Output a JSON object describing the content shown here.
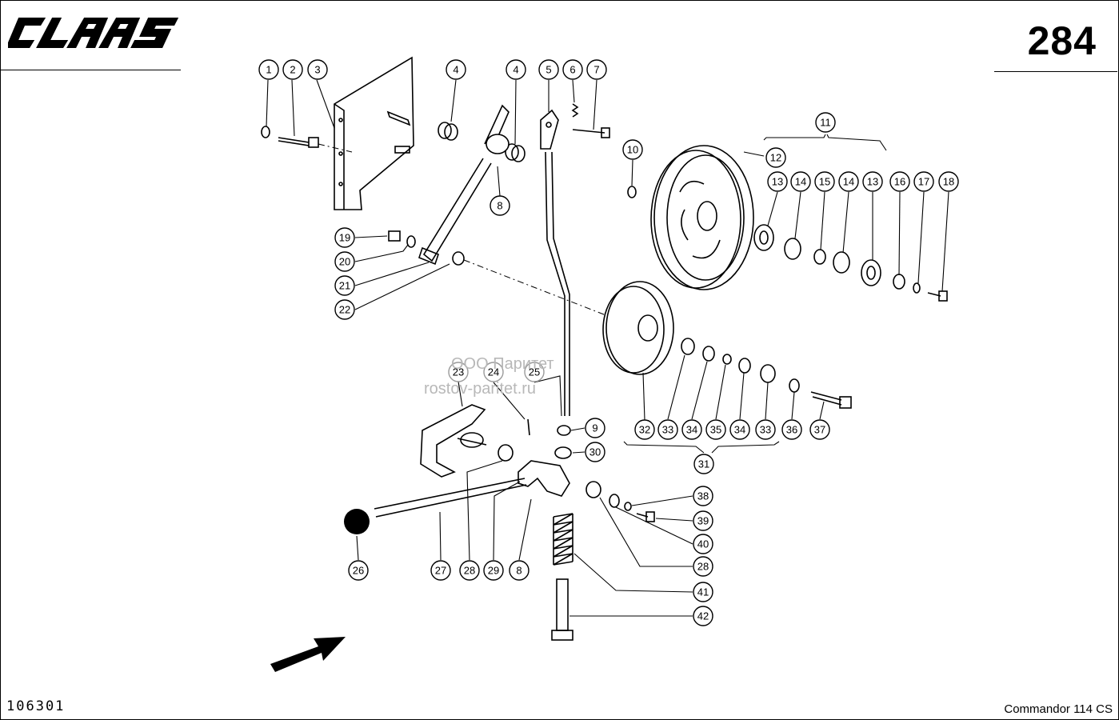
{
  "header": {
    "brand": "CLAAS",
    "page_number": "284"
  },
  "footer": {
    "doc_number": "106301",
    "model": "Commandor 114 CS"
  },
  "watermark": {
    "line1": "ООО Паритет",
    "line2": "rostov-paritet.ru"
  },
  "callouts": [
    {
      "id": "c1",
      "label": "1"
    },
    {
      "id": "c2",
      "label": "2"
    },
    {
      "id": "c3",
      "label": "3"
    },
    {
      "id": "c4a",
      "label": "4"
    },
    {
      "id": "c4b",
      "label": "4"
    },
    {
      "id": "c5",
      "label": "5"
    },
    {
      "id": "c6",
      "label": "6"
    },
    {
      "id": "c7",
      "label": "7"
    },
    {
      "id": "c8a",
      "label": "8"
    },
    {
      "id": "c10",
      "label": "10"
    },
    {
      "id": "c11",
      "label": "11"
    },
    {
      "id": "c12",
      "label": "12"
    },
    {
      "id": "c13a",
      "label": "13"
    },
    {
      "id": "c14a",
      "label": "14"
    },
    {
      "id": "c15",
      "label": "15"
    },
    {
      "id": "c14b",
      "label": "14"
    },
    {
      "id": "c13b",
      "label": "13"
    },
    {
      "id": "c16",
      "label": "16"
    },
    {
      "id": "c17",
      "label": "17"
    },
    {
      "id": "c18",
      "label": "18"
    },
    {
      "id": "c19",
      "label": "19"
    },
    {
      "id": "c20",
      "label": "20"
    },
    {
      "id": "c21",
      "label": "21"
    },
    {
      "id": "c22",
      "label": "22"
    },
    {
      "id": "c23",
      "label": "23"
    },
    {
      "id": "c24",
      "label": "24"
    },
    {
      "id": "c25",
      "label": "25"
    },
    {
      "id": "c9",
      "label": "9"
    },
    {
      "id": "c30",
      "label": "30"
    },
    {
      "id": "c32",
      "label": "32"
    },
    {
      "id": "c33a",
      "label": "33"
    },
    {
      "id": "c34a",
      "label": "34"
    },
    {
      "id": "c35",
      "label": "35"
    },
    {
      "id": "c34b",
      "label": "34"
    },
    {
      "id": "c33b",
      "label": "33"
    },
    {
      "id": "c36",
      "label": "36"
    },
    {
      "id": "c37",
      "label": "37"
    },
    {
      "id": "c31",
      "label": "31"
    },
    {
      "id": "c38",
      "label": "38"
    },
    {
      "id": "c39",
      "label": "39"
    },
    {
      "id": "c40",
      "label": "40"
    },
    {
      "id": "c28b",
      "label": "28"
    },
    {
      "id": "c41",
      "label": "41"
    },
    {
      "id": "c42",
      "label": "42"
    },
    {
      "id": "c26",
      "label": "26"
    },
    {
      "id": "c27",
      "label": "27"
    },
    {
      "id": "c28a",
      "label": "28"
    },
    {
      "id": "c29",
      "label": "29"
    },
    {
      "id": "c8b",
      "label": "8"
    }
  ]
}
